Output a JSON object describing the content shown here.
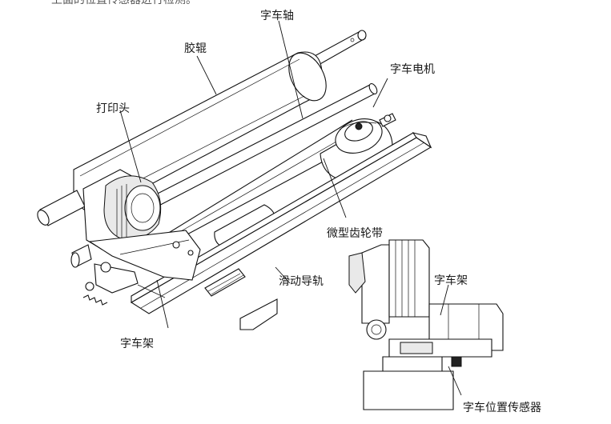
{
  "top_text": "上面的位置传感器进行检测。",
  "labels": {
    "carriage_shaft": "字车轴",
    "platen": "胶辊",
    "carriage_motor": "字车电机",
    "print_head": "打印头",
    "timing_belt": "微型齿轮带",
    "slide_rail": "滑动导轨",
    "carriage_frame_left": "字车架",
    "carriage_frame_right": "字车架",
    "position_sensor": "字车位置传感器"
  }
}
